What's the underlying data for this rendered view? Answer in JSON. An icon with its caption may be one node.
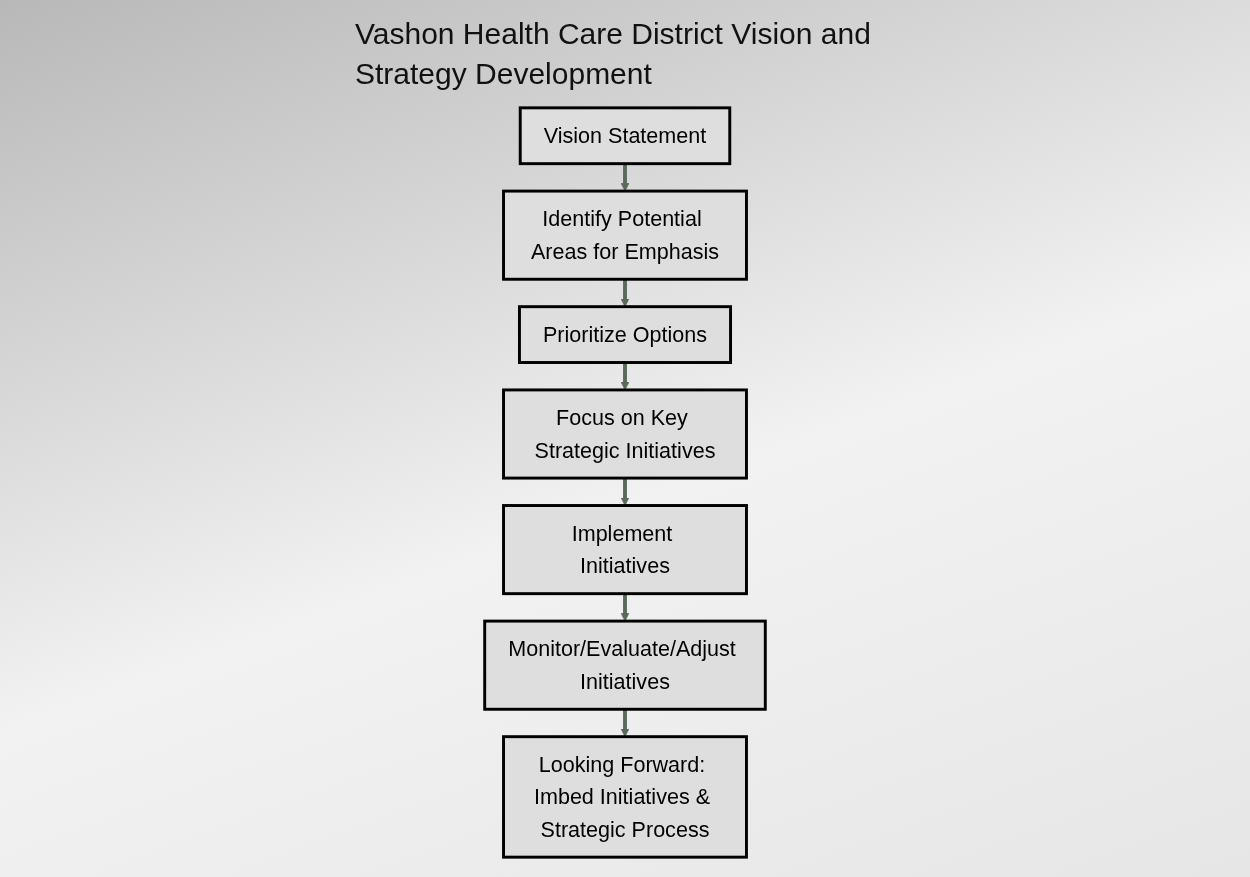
{
  "diagram": {
    "title": "Vashon Health Care District Vision and Strategy Development",
    "nodes": [
      {
        "text": [
          "Vision Statement"
        ]
      },
      {
        "text": [
          "Identify Potential Areas for Emphasis"
        ]
      },
      {
        "text": [
          "Prioritize Options"
        ]
      },
      {
        "text": [
          "Focus on Key Strategic Initiatives"
        ]
      },
      {
        "text": [
          "Implement Initiatives"
        ]
      },
      {
        "text": [
          "Monitor/Evaluate/Adjust Initiatives"
        ]
      },
      {
        "text": [
          "Looking Forward: Imbed Initiatives & Strategic Process"
        ]
      }
    ],
    "edges": [
      {
        "from": 0,
        "to": 1,
        "arrow": "to"
      },
      {
        "from": 1,
        "to": 2,
        "arrow": "to"
      },
      {
        "from": 2,
        "to": 3,
        "arrow": "to"
      },
      {
        "from": 3,
        "to": 4,
        "arrow": "to"
      },
      {
        "from": 4,
        "to": 5,
        "arrow": "to"
      },
      {
        "from": 5,
        "to": 6,
        "arrow": "to"
      }
    ]
  }
}
